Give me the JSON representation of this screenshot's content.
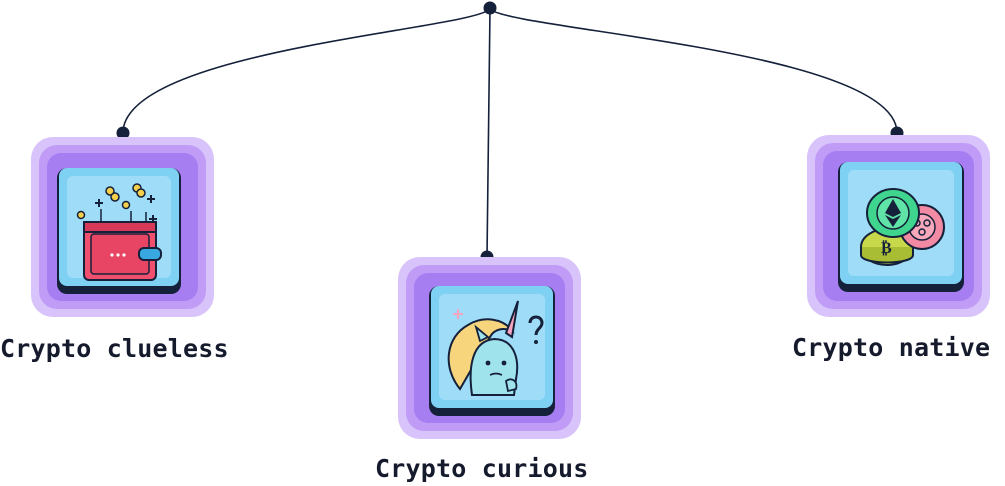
{
  "nodes": [
    {
      "id": "clueless",
      "label": "Crypto clueless",
      "icon": "wallet-icon"
    },
    {
      "id": "curious",
      "label": "Crypto curious",
      "icon": "confused-unicorn-icon"
    },
    {
      "id": "native",
      "label": "Crypto native",
      "icon": "crypto-coins-icon"
    }
  ],
  "colors": {
    "line": "#15203a",
    "frame_outer": "#d8c4fb",
    "frame_mid": "#c09cf6",
    "frame_inner": "#a77ef2",
    "tile": "#7fd1f3",
    "tile_inner": "#9fdcf7",
    "tile_border": "#15203a"
  }
}
